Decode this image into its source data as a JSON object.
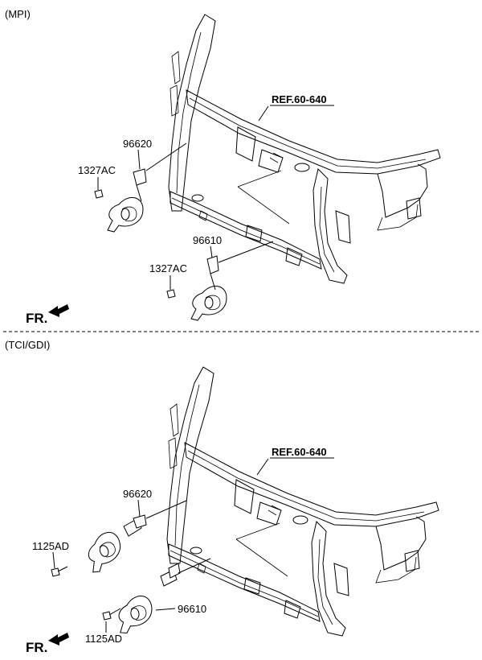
{
  "sections": [
    {
      "title": "(MPI)",
      "ref_label": "REF.60-640",
      "fr_label": "FR.",
      "parts": [
        {
          "label": "96620"
        },
        {
          "label": "1327AC"
        },
        {
          "label": "96610"
        },
        {
          "label": "1327AC"
        }
      ]
    },
    {
      "title": "(TCI/GDI)",
      "ref_label": "REF.60-640",
      "fr_label": "FR.",
      "parts": [
        {
          "label": "96620"
        },
        {
          "label": "1125AD"
        },
        {
          "label": "96610"
        },
        {
          "label": "1125AD"
        }
      ]
    }
  ]
}
